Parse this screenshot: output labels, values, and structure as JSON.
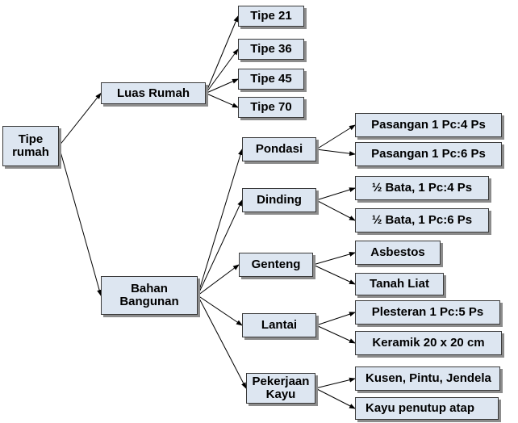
{
  "colors": {
    "node_fill": "#dde6f1",
    "node_border": "#3a3a3a",
    "node_shadow": "#8c8c8c",
    "edge": "#000000"
  },
  "nodes": {
    "tipe_rumah": "Tipe\nrumah",
    "luas_rumah": "Luas Rumah",
    "tipe_21": "Tipe 21",
    "tipe_36": "Tipe 36",
    "tipe_45": "Tipe 45",
    "tipe_70": "Tipe 70",
    "bahan_bangunan": "Bahan\nBangunan",
    "pondasi": "Pondasi",
    "pasangan_1_4": "Pasangan 1 Pc:4 Ps",
    "pasangan_1_6": "Pasangan 1 Pc:6 Ps",
    "dinding": "Dinding",
    "bata_1_4": "½ Bata, 1 Pc:4 Ps",
    "bata_1_6": "½ Bata, 1 Pc:6 Ps",
    "genteng": "Genteng",
    "asbestos": "Asbestos",
    "tanah_liat": "Tanah Liat",
    "lantai": "Lantai",
    "plesteran": "Plesteran 1 Pc:5 Ps",
    "keramik": "Keramik 20 x 20 cm",
    "pekerjaan_kayu": "Pekerjaan\nKayu",
    "kusen": "Kusen, Pintu, Jendela",
    "kayu_penutup": "Kayu penutup atap"
  },
  "edges": [
    [
      "tipe_rumah",
      "luas_rumah"
    ],
    [
      "tipe_rumah",
      "bahan_bangunan"
    ],
    [
      "luas_rumah",
      "tipe_21"
    ],
    [
      "luas_rumah",
      "tipe_36"
    ],
    [
      "luas_rumah",
      "tipe_45"
    ],
    [
      "luas_rumah",
      "tipe_70"
    ],
    [
      "bahan_bangunan",
      "pondasi"
    ],
    [
      "bahan_bangunan",
      "dinding"
    ],
    [
      "bahan_bangunan",
      "genteng"
    ],
    [
      "bahan_bangunan",
      "lantai"
    ],
    [
      "bahan_bangunan",
      "pekerjaan_kayu"
    ],
    [
      "pondasi",
      "pasangan_1_4"
    ],
    [
      "pondasi",
      "pasangan_1_6"
    ],
    [
      "dinding",
      "bata_1_4"
    ],
    [
      "dinding",
      "bata_1_6"
    ],
    [
      "genteng",
      "asbestos"
    ],
    [
      "genteng",
      "tanah_liat"
    ],
    [
      "lantai",
      "plesteran"
    ],
    [
      "lantai",
      "keramik"
    ],
    [
      "pekerjaan_kayu",
      "kusen"
    ],
    [
      "pekerjaan_kayu",
      "kayu_penutup"
    ]
  ]
}
